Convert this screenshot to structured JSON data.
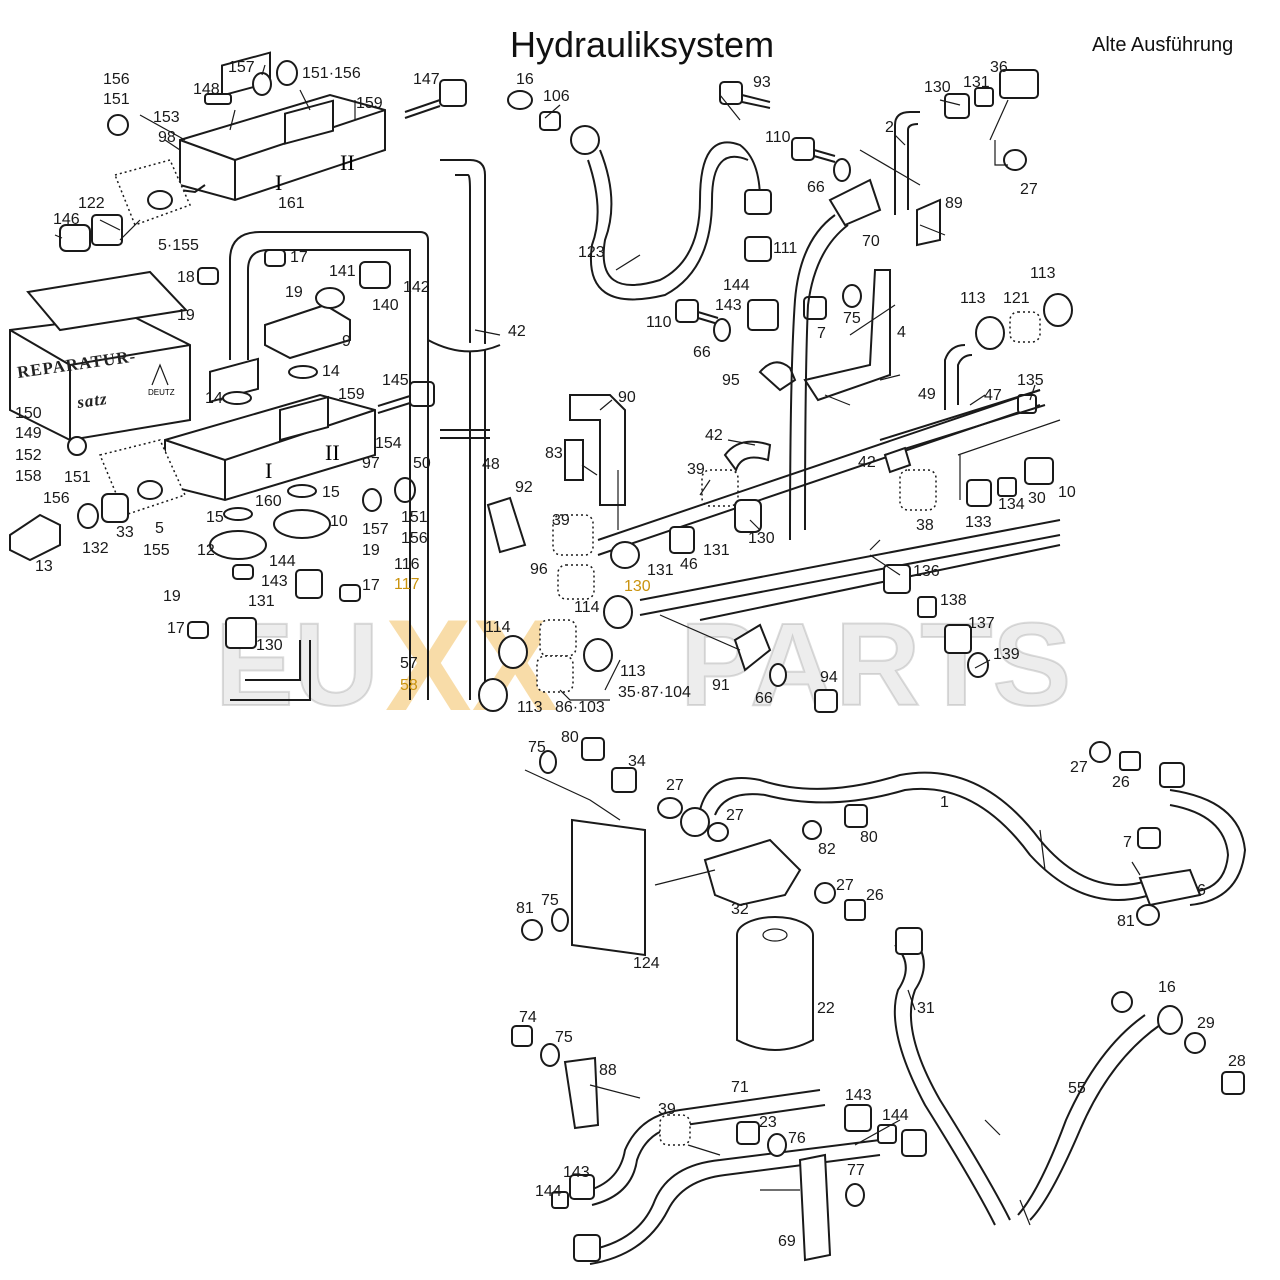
{
  "header": {
    "title": "Hydrauliksystem",
    "variant": "Alte Ausführung"
  },
  "repair_kit": {
    "line1": "REPARATUR-",
    "line2": "satz",
    "logo": "DEUTZ"
  },
  "watermark": {
    "left": "EU",
    "mid": "XX",
    "right": "PARTS"
  },
  "callouts": [
    {
      "id": "c001",
      "text": "156"
    },
    {
      "id": "c002",
      "text": "151"
    },
    {
      "id": "c003",
      "text": "153"
    },
    {
      "id": "c004",
      "text": "98"
    },
    {
      "id": "c005",
      "text": "148"
    },
    {
      "id": "c006",
      "text": "157"
    },
    {
      "id": "c007",
      "text": "151·156"
    },
    {
      "id": "c008",
      "text": "147"
    },
    {
      "id": "c009",
      "text": "159"
    },
    {
      "id": "c010",
      "text": "161"
    },
    {
      "id": "c011",
      "text": "122"
    },
    {
      "id": "c012",
      "text": "146"
    },
    {
      "id": "c013",
      "text": "5·155"
    },
    {
      "id": "c014",
      "text": "18"
    },
    {
      "id": "c015",
      "text": "19"
    },
    {
      "id": "c016",
      "text": "17"
    },
    {
      "id": "c017",
      "text": "19"
    },
    {
      "id": "c018",
      "text": "141"
    },
    {
      "id": "c019",
      "text": "142"
    },
    {
      "id": "c020",
      "text": "140"
    },
    {
      "id": "c021",
      "text": "9"
    },
    {
      "id": "c022",
      "text": "14"
    },
    {
      "id": "c023",
      "text": "14"
    },
    {
      "id": "c024",
      "text": "145"
    },
    {
      "id": "c025",
      "text": "159"
    },
    {
      "id": "c026",
      "text": "154"
    },
    {
      "id": "c027",
      "text": "97"
    },
    {
      "id": "c028",
      "text": "150"
    },
    {
      "id": "c029",
      "text": "149"
    },
    {
      "id": "c030",
      "text": "152"
    },
    {
      "id": "c031",
      "text": "158"
    },
    {
      "id": "c032",
      "text": "151"
    },
    {
      "id": "c033",
      "text": "156"
    },
    {
      "id": "c034",
      "text": "160"
    },
    {
      "id": "c035",
      "text": "15"
    },
    {
      "id": "c036",
      "text": "15"
    },
    {
      "id": "c037",
      "text": "10"
    },
    {
      "id": "c038",
      "text": "157"
    },
    {
      "id": "c039",
      "text": "151"
    },
    {
      "id": "c040",
      "text": "156"
    },
    {
      "id": "c041",
      "text": "50"
    },
    {
      "id": "c042",
      "text": "5"
    },
    {
      "id": "c043",
      "text": "155"
    },
    {
      "id": "c044",
      "text": "33"
    },
    {
      "id": "c045",
      "text": "132"
    },
    {
      "id": "c046",
      "text": "13"
    },
    {
      "id": "c047",
      "text": "12"
    },
    {
      "id": "c048",
      "text": "19"
    },
    {
      "id": "c049",
      "text": "144"
    },
    {
      "id": "c050",
      "text": "143"
    },
    {
      "id": "c051",
      "text": "17"
    },
    {
      "id": "c052",
      "text": "19"
    },
    {
      "id": "c053",
      "text": "131"
    },
    {
      "id": "c054",
      "text": "17"
    },
    {
      "id": "c055",
      "text": "130"
    },
    {
      "id": "c056",
      "text": "116"
    },
    {
      "id": "c057",
      "text": "117"
    },
    {
      "id": "c058",
      "text": "57"
    },
    {
      "id": "c059",
      "text": "58"
    },
    {
      "id": "c060",
      "text": "42"
    },
    {
      "id": "c061",
      "text": "48"
    },
    {
      "id": "c062",
      "text": "16"
    },
    {
      "id": "c063",
      "text": "106"
    },
    {
      "id": "c064",
      "text": "123"
    },
    {
      "id": "c065",
      "text": "93"
    },
    {
      "id": "c066",
      "text": "110"
    },
    {
      "id": "c067",
      "text": "66"
    },
    {
      "id": "c068",
      "text": "111"
    },
    {
      "id": "c069",
      "text": "144"
    },
    {
      "id": "c070",
      "text": "143"
    },
    {
      "id": "c071",
      "text": "110"
    },
    {
      "id": "c072",
      "text": "66"
    },
    {
      "id": "c073",
      "text": "95"
    },
    {
      "id": "c074",
      "text": "7"
    },
    {
      "id": "c075",
      "text": "75"
    },
    {
      "id": "c076",
      "text": "4"
    },
    {
      "id": "c077",
      "text": "70"
    },
    {
      "id": "c078",
      "text": "89"
    },
    {
      "id": "c079",
      "text": "130"
    },
    {
      "id": "c080",
      "text": "131"
    },
    {
      "id": "c081",
      "text": "36"
    },
    {
      "id": "c082",
      "text": "2"
    },
    {
      "id": "c083",
      "text": "27"
    },
    {
      "id": "c084",
      "text": "90"
    },
    {
      "id": "c085",
      "text": "83"
    },
    {
      "id": "c086",
      "text": "92"
    },
    {
      "id": "c087",
      "text": "39"
    },
    {
      "id": "c088",
      "text": "42"
    },
    {
      "id": "c089",
      "text": "39"
    },
    {
      "id": "c090",
      "text": "130"
    },
    {
      "id": "c091",
      "text": "131"
    },
    {
      "id": "c092",
      "text": "46"
    },
    {
      "id": "c093",
      "text": "131"
    },
    {
      "id": "c094",
      "text": "96"
    },
    {
      "id": "c095",
      "text": "130"
    },
    {
      "id": "c096",
      "text": "114"
    },
    {
      "id": "c097",
      "text": "114"
    },
    {
      "id": "c098",
      "text": "113"
    },
    {
      "id": "c099",
      "text": "113"
    },
    {
      "id": "c100",
      "text": "86·103"
    },
    {
      "id": "c101",
      "text": "35·87·104"
    },
    {
      "id": "c102",
      "text": "91"
    },
    {
      "id": "c103",
      "text": "66"
    },
    {
      "id": "c104",
      "text": "94"
    },
    {
      "id": "c105",
      "text": "113"
    },
    {
      "id": "c106",
      "text": "121"
    },
    {
      "id": "c107",
      "text": "113"
    },
    {
      "id": "c108",
      "text": "49"
    },
    {
      "id": "c109",
      "text": "47"
    },
    {
      "id": "c110",
      "text": "135"
    },
    {
      "id": "c111",
      "text": "42"
    },
    {
      "id": "c112",
      "text": "38"
    },
    {
      "id": "c113",
      "text": "133"
    },
    {
      "id": "c114",
      "text": "134"
    },
    {
      "id": "c115",
      "text": "30"
    },
    {
      "id": "c116",
      "text": "10"
    },
    {
      "id": "c117",
      "text": "136"
    },
    {
      "id": "c118",
      "text": "138"
    },
    {
      "id": "c119",
      "text": "137"
    },
    {
      "id": "c120",
      "text": "139"
    },
    {
      "id": "c121",
      "text": "75"
    },
    {
      "id": "c122",
      "text": "80"
    },
    {
      "id": "c123",
      "text": "34"
    },
    {
      "id": "c124",
      "text": "27"
    },
    {
      "id": "c125",
      "text": "27"
    },
    {
      "id": "c126",
      "text": "80"
    },
    {
      "id": "c127",
      "text": "82"
    },
    {
      "id": "c128",
      "text": "1"
    },
    {
      "id": "c129",
      "text": "27"
    },
    {
      "id": "c130",
      "text": "26"
    },
    {
      "id": "c131",
      "text": "7"
    },
    {
      "id": "c132",
      "text": "6"
    },
    {
      "id": "c133",
      "text": "81"
    },
    {
      "id": "c134",
      "text": "81"
    },
    {
      "id": "c135",
      "text": "75"
    },
    {
      "id": "c136",
      "text": "32"
    },
    {
      "id": "c137",
      "text": "27"
    },
    {
      "id": "c138",
      "text": "26"
    },
    {
      "id": "c139",
      "text": "124"
    },
    {
      "id": "c140",
      "text": "22"
    },
    {
      "id": "c141",
      "text": "31"
    },
    {
      "id": "c142",
      "text": "16"
    },
    {
      "id": "c143",
      "text": "29"
    },
    {
      "id": "c144",
      "text": "28"
    },
    {
      "id": "c145",
      "text": "55"
    },
    {
      "id": "c146",
      "text": "74"
    },
    {
      "id": "c147",
      "text": "75"
    },
    {
      "id": "c148",
      "text": "88"
    },
    {
      "id": "c149",
      "text": "71"
    },
    {
      "id": "c150",
      "text": "39"
    },
    {
      "id": "c151",
      "text": "143"
    },
    {
      "id": "c152",
      "text": "144"
    },
    {
      "id": "c153",
      "text": "23"
    },
    {
      "id": "c154",
      "text": "76"
    },
    {
      "id": "c155",
      "text": "143"
    },
    {
      "id": "c156",
      "text": "144"
    },
    {
      "id": "c157",
      "text": "77"
    },
    {
      "id": "c158",
      "text": "69"
    }
  ]
}
